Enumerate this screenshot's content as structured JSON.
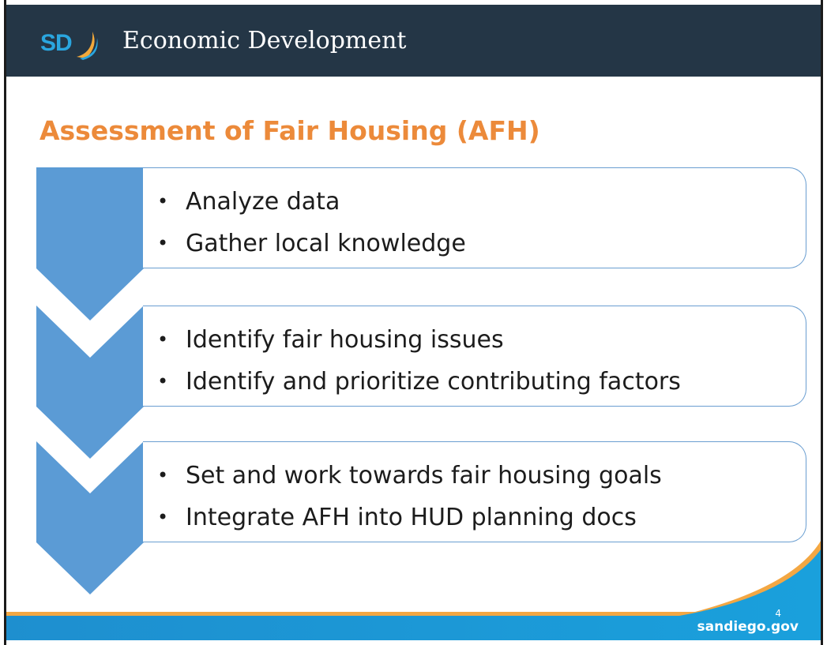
{
  "header": {
    "logo_text": "SD",
    "title": "Economic Development"
  },
  "slide": {
    "title": "Assessment of Fair Housing (AFH)",
    "steps": [
      {
        "bullets": [
          "Analyze data",
          "Gather local knowledge"
        ]
      },
      {
        "bullets": [
          "Identify fair housing issues",
          "Identify and prioritize contributing factors"
        ]
      },
      {
        "bullets": [
          "Set and work towards fair housing goals",
          "Integrate AFH into HUD planning docs"
        ]
      }
    ],
    "bullet_glyph": "•"
  },
  "footer": {
    "page_number": "4",
    "site": "sandiego.gov"
  },
  "colors": {
    "header_bg": "#243646",
    "title_orange": "#ec8a3a",
    "chevron_blue": "#5b9bd5",
    "footer_blue": "#1a8fd0"
  },
  "icons": {
    "logo": "san-diego-sun-logo-icon"
  }
}
